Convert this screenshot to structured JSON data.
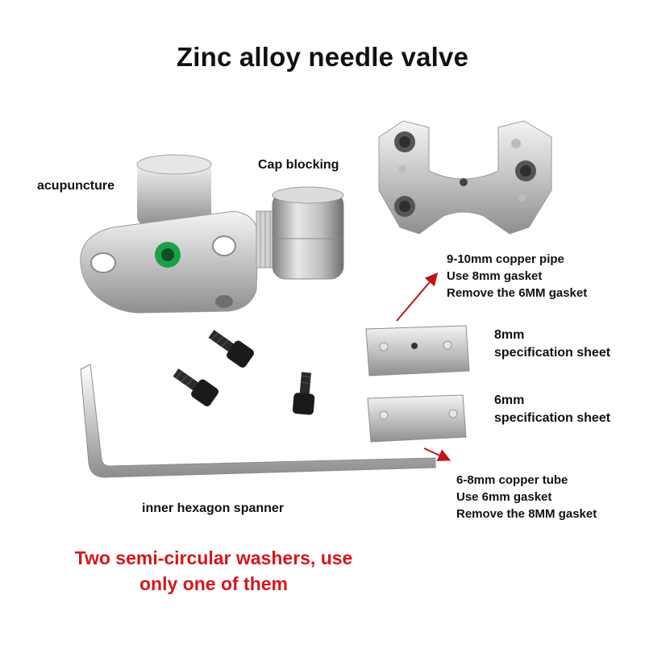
{
  "title": "Zinc alloy needle valve",
  "labels": {
    "acupuncture": "acupuncture",
    "cap_blocking": "Cap blocking",
    "spanner": "inner hexagon spanner",
    "sheet_8mm": [
      "8mm",
      "specification sheet"
    ],
    "sheet_6mm": [
      "6mm",
      "specification sheet"
    ]
  },
  "notes": {
    "pipe_9_10": [
      "9-10mm copper pipe",
      "Use 8mm gasket",
      "Remove the 6MM gasket"
    ],
    "tube_6_8": [
      "6-8mm copper tube",
      "Use 6mm gasket",
      "Remove the 8MM gasket"
    ]
  },
  "warning": [
    "Two semi-circular washers, use",
    "only one of them"
  ],
  "colors": {
    "warning_text": "#d6161c",
    "arrow": "#c0141b",
    "seal_ring": "#1aa04a"
  }
}
